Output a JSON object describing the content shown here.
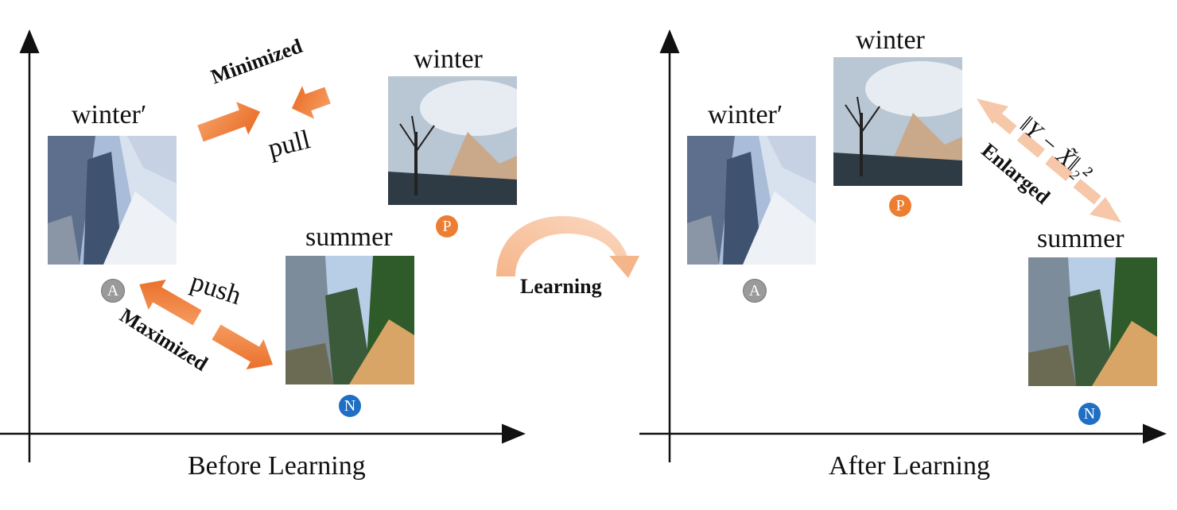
{
  "panels": {
    "before": {
      "title": "Before Learning",
      "winter_prime_label": "winter′",
      "winter_label": "winter",
      "summer_label": "summer",
      "anchor_badge": "A",
      "positive_badge": "P",
      "negative_badge": "N",
      "minimized_label": "Minimized",
      "pull_label": "pull",
      "push_label": "push",
      "maximized_label": "Maximized"
    },
    "middle": {
      "learning_label": "Learning"
    },
    "after": {
      "title": "After Learning",
      "winter_prime_label": "winter′",
      "winter_label": "winter",
      "summer_label": "summer",
      "anchor_badge": "A",
      "positive_badge": "P",
      "negative_badge": "N",
      "enlarged_label": "Enlarged",
      "formula_label": "‖Y − X̃‖₂²"
    }
  },
  "colors": {
    "arrow_orange": "#ed7d31",
    "arrow_light": "#f6c7a8",
    "positive": "#ed7d31",
    "negative": "#1f6fc4",
    "anchor": "#9a9a9a"
  }
}
